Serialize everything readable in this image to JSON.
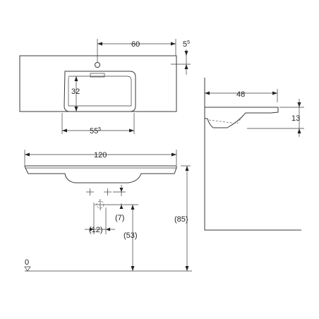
{
  "top_view": {
    "dim_width_main": "60",
    "dim_side_base": "5",
    "dim_side_sup": "5",
    "dim_basin_depth": "32",
    "dim_basin_width_base": "55",
    "dim_basin_width_sup": "5"
  },
  "front_view": {
    "dim_overall_width": "120",
    "dim_bracket_height": "(7)",
    "dim_bracket_offset": "(12)",
    "dim_waste_height": "(53)",
    "dim_total_height": "(85)",
    "floor_label": "0"
  },
  "side_view": {
    "dim_depth": "48",
    "dim_thickness": "13"
  }
}
